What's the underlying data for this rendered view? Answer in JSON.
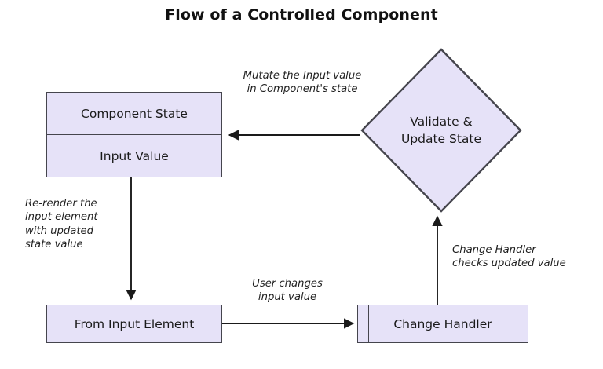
{
  "title": "Flow of a Controlled Component",
  "theme": {
    "node_fill": "#e6e2f8",
    "node_stroke": "#45454d",
    "connector_stroke": "#1a1a1a",
    "text_color": "#1a1a1a",
    "background": "#ffffff"
  },
  "nodes": {
    "component_state": {
      "title": "Component State",
      "field": "Input Value"
    },
    "validate_update": {
      "line1": "Validate &",
      "line2": "Update State"
    },
    "from_input_element": {
      "label": "From Input Element"
    },
    "change_handler": {
      "label": "Change Handler"
    }
  },
  "edges": [
    {
      "id": "mutate",
      "from": "validate_update",
      "to": "component_state",
      "direction": "left",
      "label": "Mutate the Input value\nin Component's state"
    },
    {
      "id": "rerender",
      "from": "component_state",
      "to": "from_input_element",
      "direction": "down",
      "label": "Re-render the\ninput element\nwith updated\nstate value"
    },
    {
      "id": "user-changes",
      "from": "from_input_element",
      "to": "change_handler",
      "direction": "right",
      "label": "User changes\ninput value"
    },
    {
      "id": "checks",
      "from": "change_handler",
      "to": "validate_update",
      "direction": "up",
      "label": "Change Handler\nchecks updated value"
    }
  ]
}
